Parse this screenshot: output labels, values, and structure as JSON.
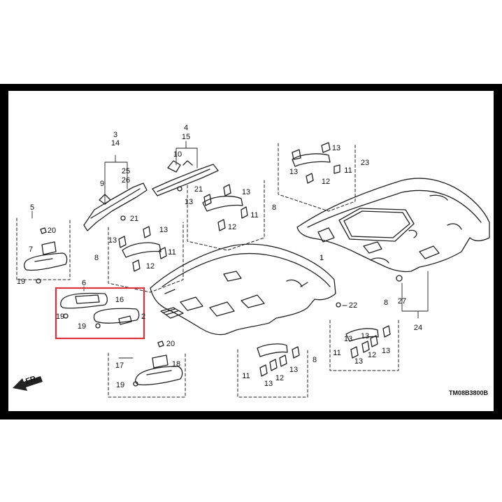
{
  "diagram": {
    "code": "TM08B3800B",
    "direction_label": "FR.",
    "highlight_color": "#d9343a",
    "callouts": {
      "c1": "1",
      "c2": "2",
      "c3": "3",
      "c4": "4",
      "c5": "5",
      "c6": "6",
      "c7": "7",
      "c8a": "8",
      "c8b": "8",
      "c8c": "8",
      "c8d": "8",
      "c9": "9",
      "c10": "10",
      "c11a": "11",
      "c11b": "11",
      "c11c": "11",
      "c11d": "11",
      "c11e": "11",
      "c12a": "12",
      "c12b": "12",
      "c12c": "12",
      "c12d": "12",
      "c12e": "12",
      "c13a": "13",
      "c13b": "13",
      "c13c": "13",
      "c13d": "13",
      "c13e": "13",
      "c13f": "13",
      "c13g": "13",
      "c13h": "13",
      "c13i": "13",
      "c13j": "13",
      "c13k": "13",
      "c13l": "13",
      "c14": "14",
      "c15": "15",
      "c16": "16",
      "c17": "17",
      "c18": "18",
      "c19a": "19",
      "c19b": "19",
      "c19c": "19",
      "c19d": "19",
      "c20a": "20",
      "c20b": "20",
      "c21a": "21",
      "c21b": "21",
      "c22": "22",
      "c23": "23",
      "c24": "24",
      "c25": "25",
      "c26": "26",
      "c27": "27"
    }
  }
}
